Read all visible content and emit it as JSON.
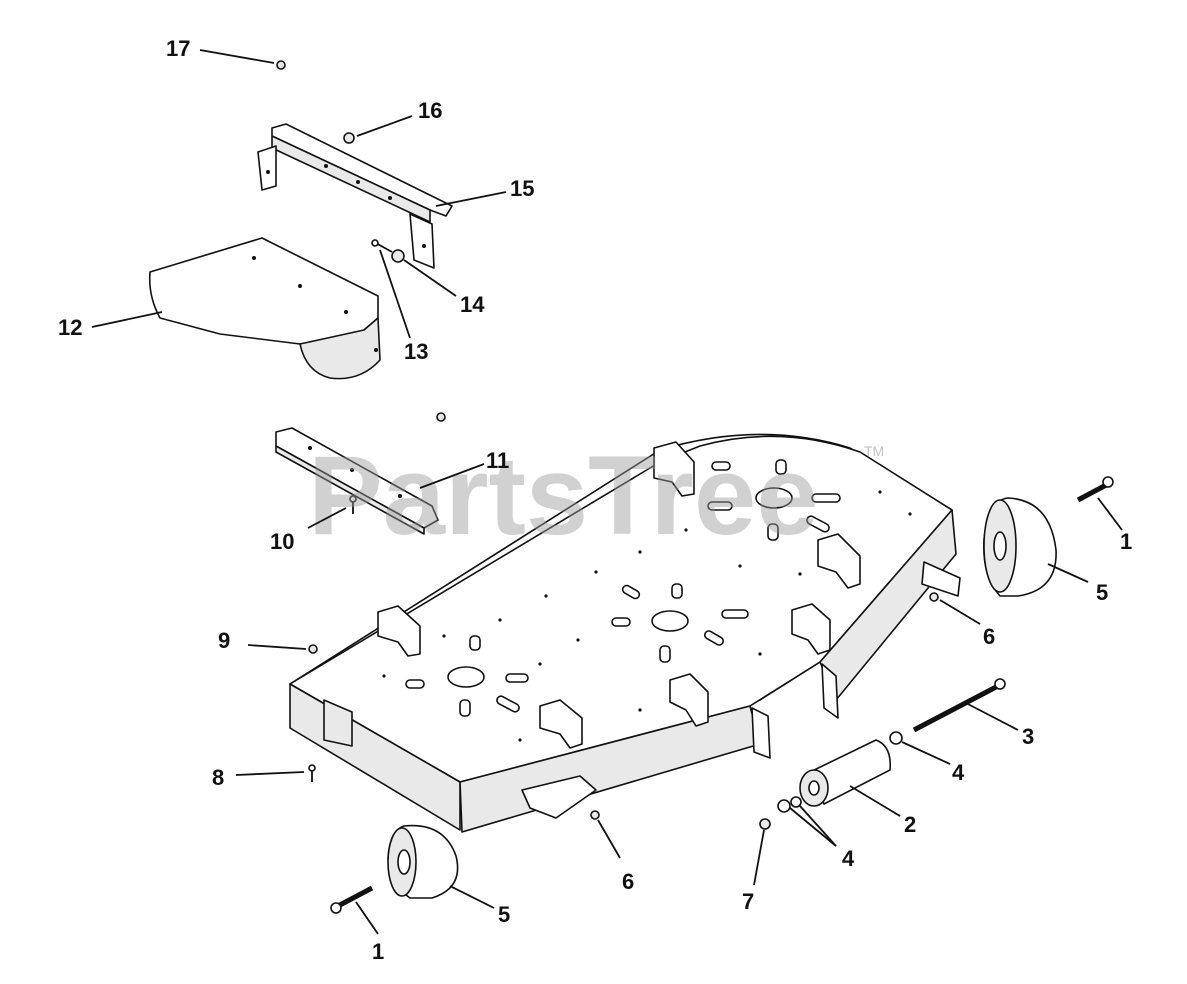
{
  "watermark": {
    "text": "PartsTree",
    "trademark": "TM"
  },
  "callouts": [
    {
      "id": "c17",
      "label": "17"
    },
    {
      "id": "c16",
      "label": "16"
    },
    {
      "id": "c15",
      "label": "15"
    },
    {
      "id": "c14",
      "label": "14"
    },
    {
      "id": "c13",
      "label": "13"
    },
    {
      "id": "c12",
      "label": "12"
    },
    {
      "id": "c11",
      "label": "11"
    },
    {
      "id": "c10",
      "label": "10"
    },
    {
      "id": "c9",
      "label": "9"
    },
    {
      "id": "c8",
      "label": "8"
    },
    {
      "id": "c7",
      "label": "7"
    },
    {
      "id": "c6a",
      "label": "6"
    },
    {
      "id": "c6b",
      "label": "6"
    },
    {
      "id": "c5a",
      "label": "5"
    },
    {
      "id": "c5b",
      "label": "5"
    },
    {
      "id": "c4a",
      "label": "4"
    },
    {
      "id": "c4b",
      "label": "4"
    },
    {
      "id": "c3",
      "label": "3"
    },
    {
      "id": "c2",
      "label": "2"
    },
    {
      "id": "c1a",
      "label": "1"
    },
    {
      "id": "c1b",
      "label": "1"
    }
  ]
}
